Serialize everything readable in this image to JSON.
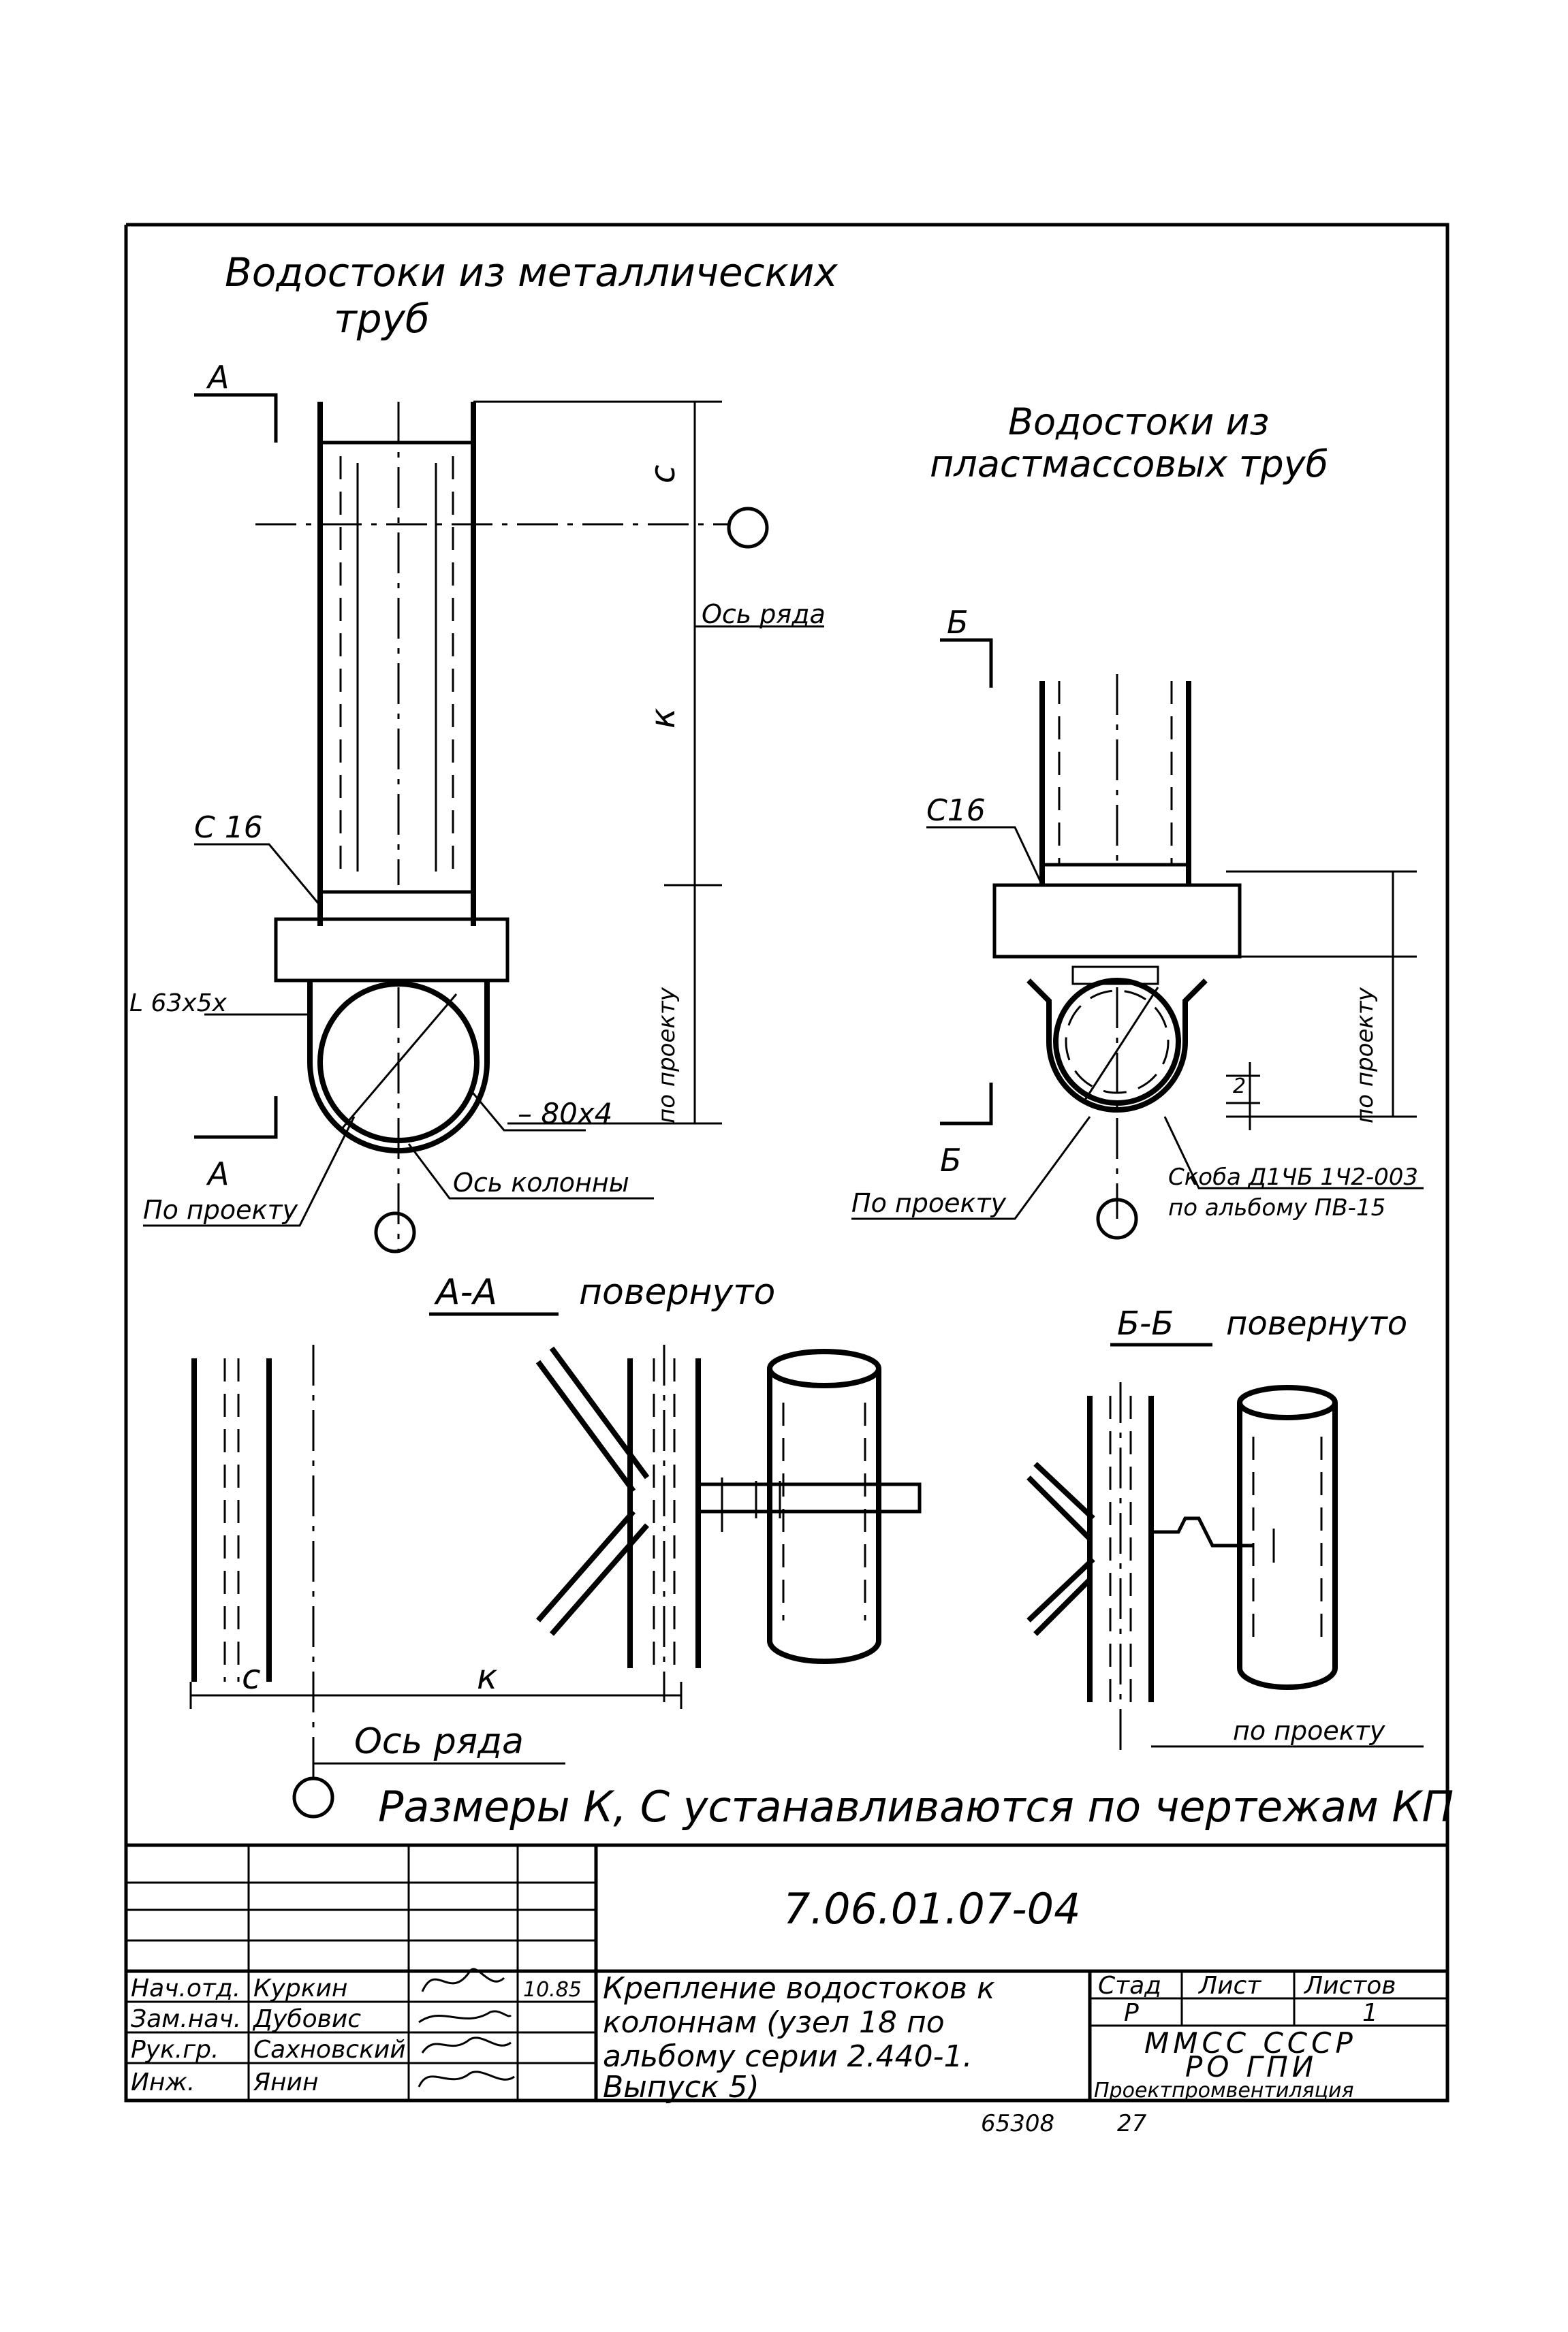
{
  "titles": {
    "metal": [
      "Водостоки из металлических",
      "труб"
    ],
    "plastic": [
      "Водостоки из",
      "пластмассовых труб"
    ]
  },
  "view_a": {
    "section_mark": "А",
    "dim_c": "с",
    "dim_k": "к",
    "row_axis": "Ось ряда",
    "channel": "С 16",
    "angle": "L 63х5х",
    "strip": "– 80х4",
    "column_axis": "Ось колонны",
    "by_project": "По проекту",
    "by_project_right": "по проекту"
  },
  "view_b": {
    "section_mark": "Б",
    "channel": "С16",
    "clamp": [
      "Скоба Д1ЧБ 1Ч2-003",
      "по альбому ПВ-15"
    ],
    "by_project": "По проекту",
    "by_project_right": "по проекту",
    "gap": "2"
  },
  "sections": {
    "a_title": "А-А",
    "b_title": "Б-Б",
    "rotated": "повернуто",
    "dim_c": "с",
    "dim_k": "к",
    "row_axis": "Ось ряда",
    "by_project": "по проекту"
  },
  "note": "Размеры К, С устанавливаются по чертежам КП",
  "stamp": {
    "doc_code": "7.06.01.07-04",
    "rows": [
      {
        "role": "Нач.отд.",
        "name": "Куркин",
        "date": "10.85"
      },
      {
        "role": "Зам.нач.",
        "name": "Дубовис",
        "date": ""
      },
      {
        "role": "Рук.гр.",
        "name": "Сахновский",
        "date": ""
      },
      {
        "role": "Инж.",
        "name": "Янин",
        "date": ""
      }
    ],
    "title_lines": [
      "Крепление водостоков к",
      "колоннам (узел 18 по",
      "альбому серии 2.440-1.",
      "Выпуск 5)"
    ],
    "stage_label": "Стад",
    "sheet_label": "Лист",
    "sheets_label": "Листов",
    "stage": "Р",
    "sheet": "",
    "sheets": "1",
    "org_lines": [
      "ММСС СССР",
      "РО ГПИ",
      "Проектпромвентиляция"
    ]
  },
  "footer": {
    "archive": "65308",
    "page": "27"
  }
}
